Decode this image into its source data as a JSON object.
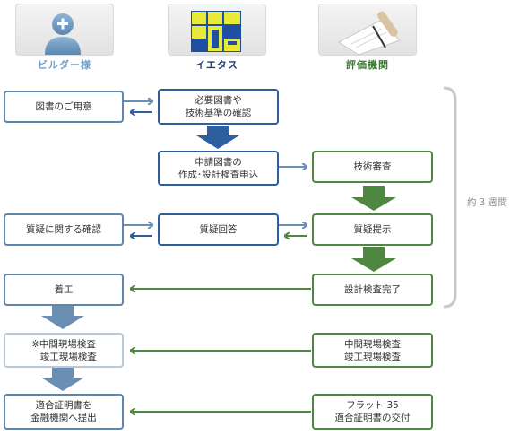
{
  "columns": {
    "builder": {
      "label": "ビルダー様",
      "color": "#6fa3cf",
      "icon": "person-icon"
    },
    "ietasu": {
      "label": "イエタス",
      "color": "#1d3e72",
      "icon": "ietasu-logo-icon"
    },
    "agency": {
      "label": "評価機関",
      "color": "#3d7a32",
      "icon": "document-pen-icon"
    }
  },
  "steps": {
    "prepare_docs": "図書のご用意",
    "check_docs": "必要図書や\n技術基準の確認",
    "application": "申請図書の\n作成･設計検査申込",
    "technical_review": "技術審査",
    "question_check": "質疑に関する確認",
    "question_answer": "質疑回答",
    "question_present": "質疑提示",
    "construction_start": "着工",
    "design_inspection_done": "設計検査完了",
    "site_inspection_builder": "※中間現場検査\n　竣工現場検査",
    "site_inspection_agency": "中間現場検査\n竣工現場検査",
    "submit_certificate": "適合証明書を\n金融機関へ提出",
    "issue_certificate": "フラット 35\n適合証明書の交付"
  },
  "period_label": "約３週間",
  "colors": {
    "dark_blue": "#2d5f9e",
    "light_blue": "#6a8fb3",
    "green": "#4e8740",
    "pale_blue": "#b9c9d8",
    "bracket": "#c8c8c8"
  }
}
